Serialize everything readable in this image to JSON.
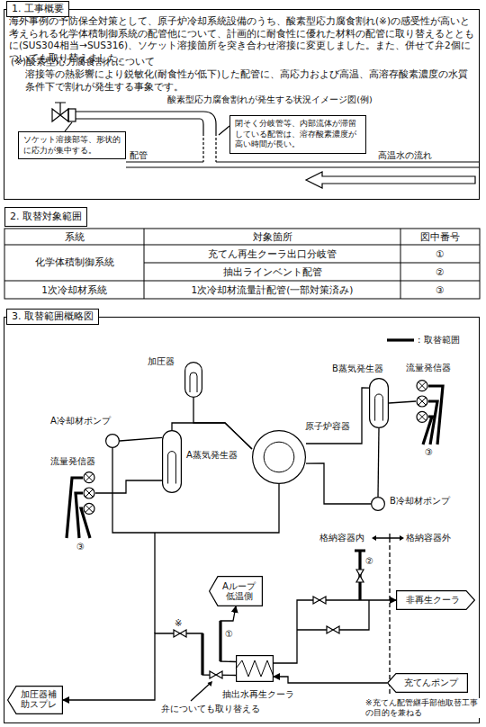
{
  "diagram": {
    "nodes": [
      {
        "text": [
          "1. 工事概要"
        ]
      },
      {
        "text": [
          "ソケット溶接部等、形状的に応力が集中する。"
        ],
        "in": 0
      },
      {
        "text": [
          "閉そく分岐管等、内部流体が滞留している配管は、溶存酸素濃度が高い時間が長い。"
        ],
        "in": 0
      },
      {
        "text": [
          "2. 取替対象範囲"
        ]
      },
      {
        "text": [
          "3. 取替範囲概略図"
        ]
      },
      {
        "text": [
          "加圧器"
        ],
        "in": 4
      },
      {
        "text": [
          "B蒸気発生器"
        ],
        "in": 4
      },
      {
        "text": [
          "流量発信器"
        ],
        "in": 4
      },
      {
        "text": [
          "A冷却材ポンプ"
        ],
        "in": 4
      },
      {
        "text": [
          "原子炉容器"
        ],
        "in": 4
      },
      {
        "text": [
          "流量発信器"
        ],
        "in": 4
      },
      {
        "text": [
          "A蒸気発生器"
        ],
        "in": 4
      },
      {
        "text": [
          "B冷却材ポンプ"
        ],
        "in": 4
      },
      {
        "text": [
          "Aループ低温側"
        ],
        "in": 4
      },
      {
        "text": [
          "非再生クーラ"
        ],
        "in": 4
      },
      {
        "text": [
          "抽出水再生クーラ"
        ],
        "in": 4
      },
      {
        "text": [
          "充てんポンプ"
        ],
        "in": 4
      },
      {
        "text": [
          "加圧器補助スプレ"
        ],
        "in": 4
      }
    ],
    "edges": [
      {
        "from": 9,
        "to": 11,
        "arrow": "none"
      },
      {
        "from": 5,
        "to": 9,
        "arrow": "none"
      },
      {
        "from": 11,
        "to": 8,
        "arrow": "none"
      },
      {
        "from": 8,
        "to": 9,
        "arrow": "none"
      },
      {
        "from": 9,
        "to": 6,
        "arrow": "none"
      },
      {
        "from": 6,
        "to": 7,
        "arrow": "none"
      },
      {
        "from": 6,
        "to": 12,
        "arrow": "none"
      },
      {
        "from": 12,
        "to": 9,
        "arrow": "none"
      },
      {
        "from": 11,
        "to": 10,
        "arrow": "none"
      },
      {
        "from": 15,
        "to": 13,
        "arrow": "to"
      },
      {
        "from": 15,
        "to": 17,
        "arrow": "to"
      },
      {
        "from": 15,
        "to": 14,
        "arrow": "to"
      },
      {
        "from": 16,
        "to": 15,
        "arrow": "to"
      }
    ],
    "labels": [
      "海外事例の予防保全対策として、原子炉冷却系統設備のうち、酸素型応力腐食割れ(※)の感受性が高いと考えられる化学体積制御系統の配管他について、計画的に耐食性に優れた材料の配管に取り替えるとともに(SUS304相当→SUS316)、ソケット溶接箇所を突き合わせ溶接に変更しました。また、併せて弁2個についても取り替えました。",
      "(※)酸素型応力腐食割れについて",
      "溶接等の熱影響により鋭敏化(耐食性が低下)した配管に、高応力および高温、高溶存酸素濃度の水質条件下で割れが発生する事象です。",
      "酸素型応力腐食割れが発生する状況イメージ図(例)",
      "配管",
      "高温水の流れ",
      "系統",
      "対象箇所",
      "図中番号",
      "化学体積制御系統",
      "充てん再生クーラ出口分岐管",
      "①",
      "抽出ラインベント配管",
      "②",
      "1次冷却材系統",
      "1次冷却材流量計配管(一部対策済み)",
      "③",
      "③",
      "③",
      "格納容器内",
      "格納容器外",
      "②",
      "①",
      "※",
      "弁についても取り替える",
      "※充てん配管継手部他取替工事 の目的を兼ねる"
    ],
    "legend": [
      {
        "text": ": 取替範囲"
      }
    ]
  }
}
